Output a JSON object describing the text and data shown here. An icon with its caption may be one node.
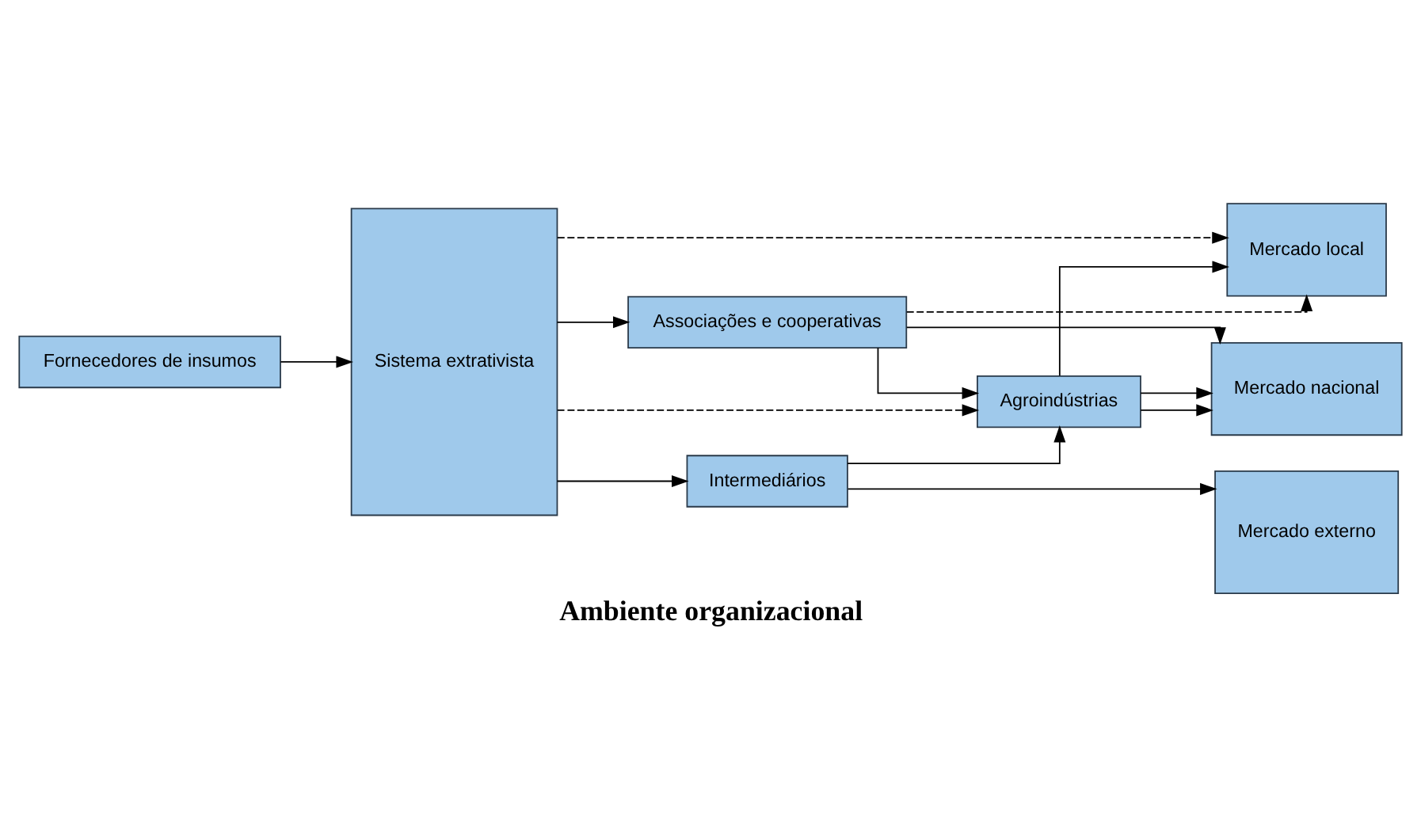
{
  "diagram": {
    "caption": "Ambiente organizacional",
    "nodes": [
      {
        "text": [
          "Fornecedores de insumos"
        ]
      },
      {
        "text": [
          "Sistema extrativista"
        ]
      },
      {
        "text": [
          "Mercado local"
        ]
      },
      {
        "text": [
          "Agroindústrias"
        ]
      },
      {
        "text": [
          "Associações e cooperativas"
        ]
      },
      {
        "text": [
          "Mercado nacional"
        ]
      },
      {
        "text": [
          "Intermediários"
        ]
      },
      {
        "text": [
          "Mercado externo"
        ]
      }
    ],
    "edges": [
      {
        "from": 0,
        "to": 1,
        "arrow": "to"
      },
      {
        "from": 1,
        "to": 2,
        "arrow": "to",
        "style": "dashed"
      },
      {
        "from": 1,
        "to": 3,
        "arrow": "to",
        "style": "dashed"
      },
      {
        "from": 4,
        "to": 2,
        "arrow": "to",
        "style": "dashed"
      },
      {
        "from": 1,
        "to": 4,
        "arrow": "to"
      },
      {
        "from": 1,
        "to": 6,
        "arrow": "to"
      },
      {
        "from": 4,
        "to": 3,
        "arrow": "to"
      },
      {
        "from": 3,
        "to": 2,
        "arrow": "to"
      },
      {
        "from": 3,
        "to": 5,
        "arrow": "to"
      },
      {
        "from": 3,
        "to": 5,
        "arrow": "to"
      },
      {
        "from": 4,
        "to": 5,
        "arrow": "to"
      },
      {
        "from": 6,
        "to": 3,
        "arrow": "to"
      },
      {
        "from": 6,
        "to": 7,
        "arrow": "to"
      }
    ]
  }
}
